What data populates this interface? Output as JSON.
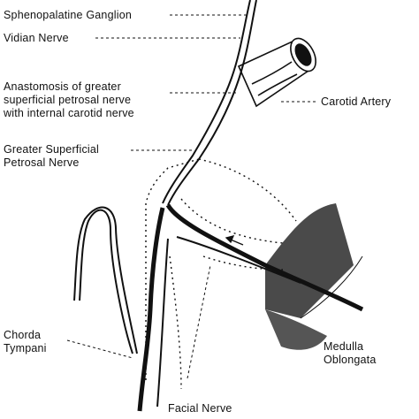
{
  "labels": {
    "sphenopalatine": "Sphenopalatine Ganglion",
    "vidian": "Vidian Nerve",
    "anastomosis_1": "Anastomosis of greater",
    "anastomosis_2": "superficial petrosal nerve",
    "anastomosis_3": "with internal carotid nerve",
    "carotid": "Carotid Artery",
    "gspn_1": "Greater Superficial",
    "gspn_2": "Petrosal Nerve",
    "chorda_1": "Chorda",
    "chorda_2": "Tympani",
    "medulla_1": "Medulla",
    "medulla_2": "Oblongata",
    "facial": "Facial Nerve"
  },
  "colors": {
    "ink": "#111111",
    "shade": "#2a2a2a"
  }
}
